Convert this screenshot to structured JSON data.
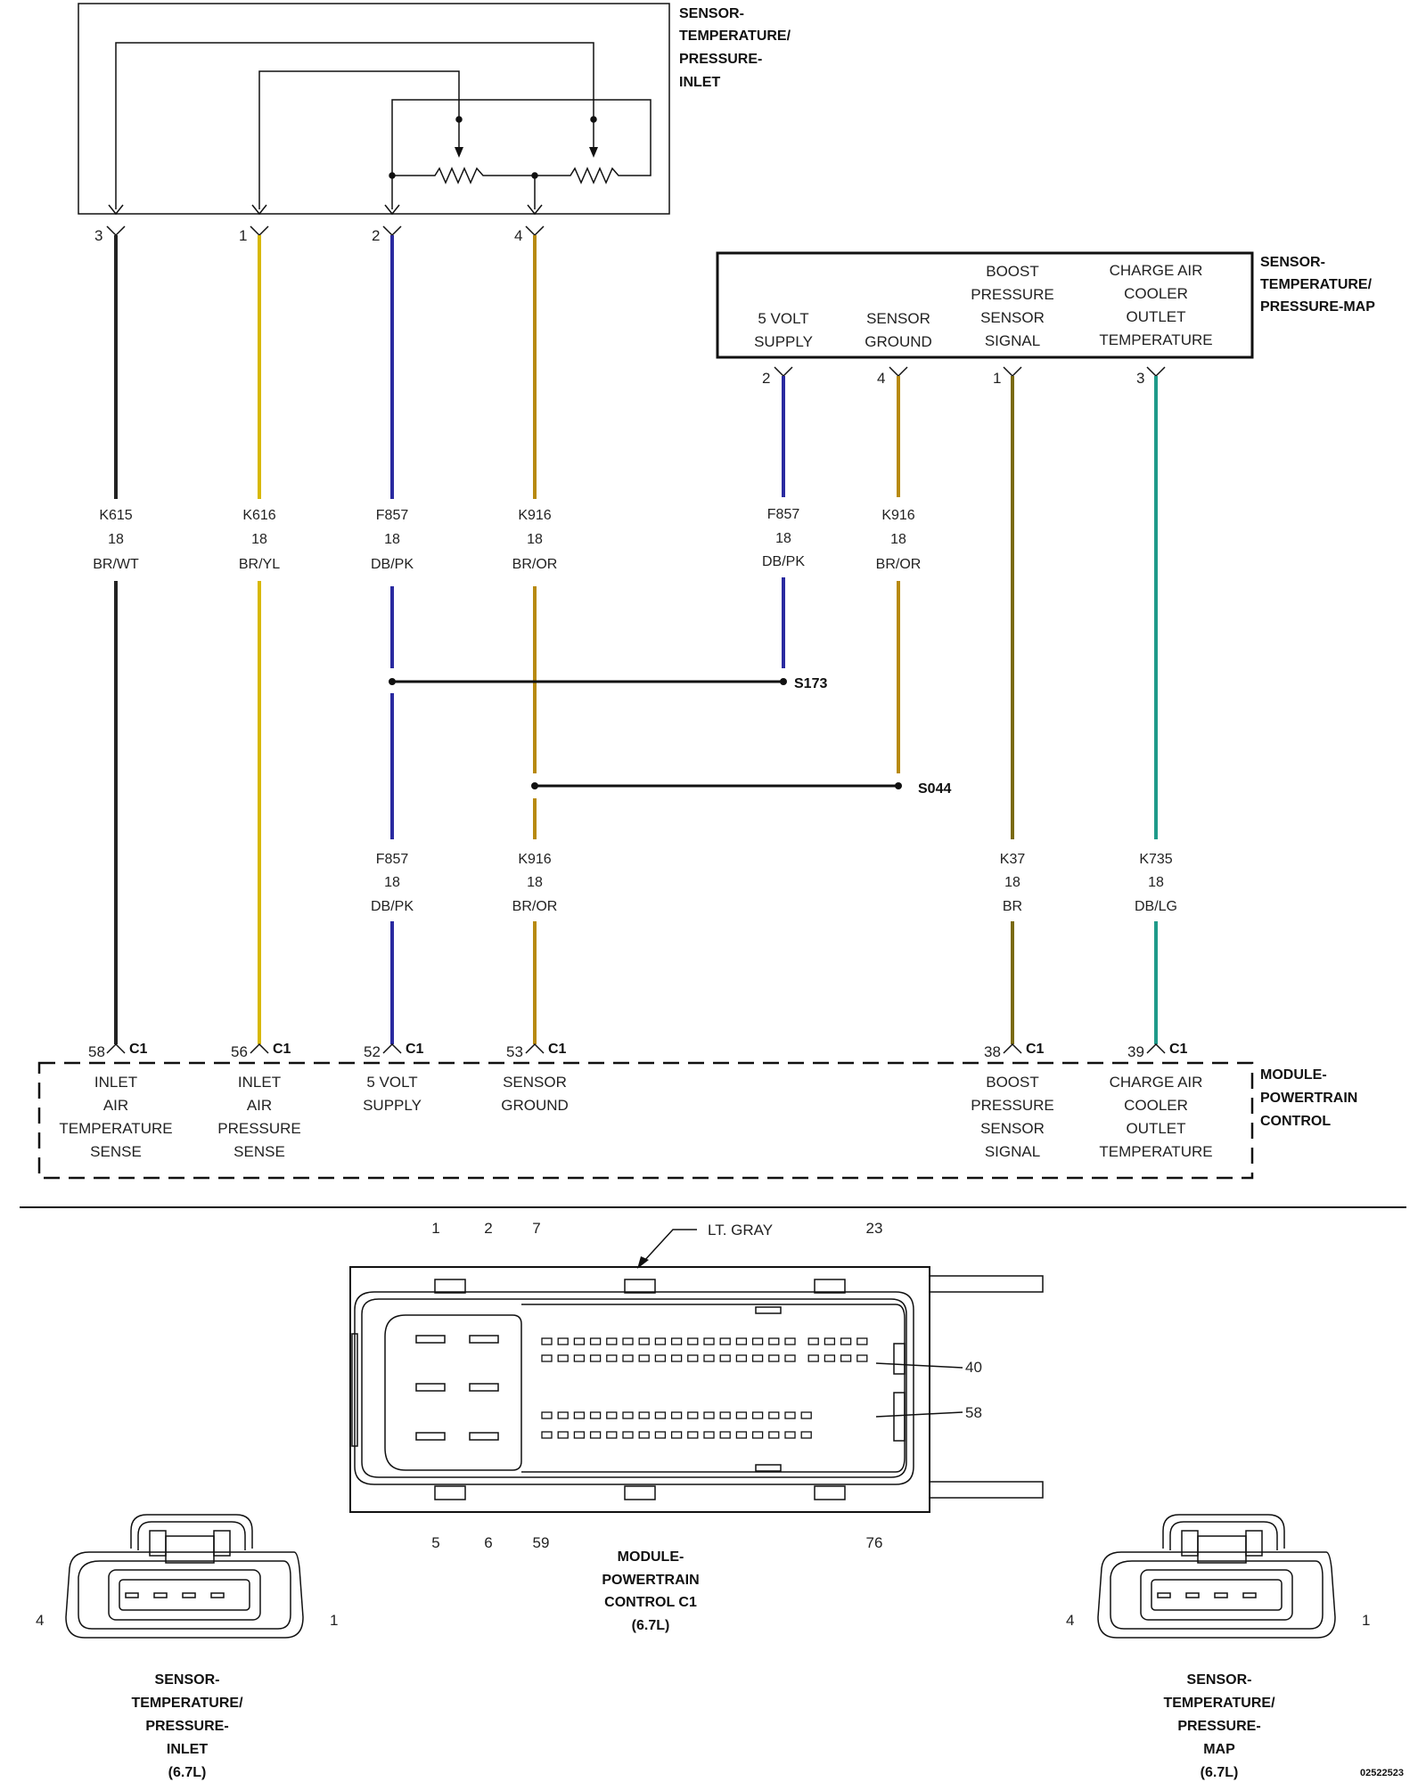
{
  "inlet_sensor": {
    "title_lines": [
      "SENSOR-",
      "TEMPERATURE/",
      "PRESSURE-",
      "INLET"
    ],
    "pins": [
      "3",
      "1",
      "2",
      "4"
    ]
  },
  "map_sensor": {
    "title_lines": [
      "SENSOR-",
      "TEMPERATURE/",
      "PRESSURE-MAP"
    ],
    "pins": [
      "2",
      "4",
      "1",
      "3"
    ],
    "function_labels": [
      [
        "5 VOLT",
        "SUPPLY"
      ],
      [
        "SENSOR",
        "GROUND"
      ],
      [
        "BOOST",
        "PRESSURE",
        "SENSOR",
        "SIGNAL"
      ],
      [
        "CHARGE AIR",
        "COOLER",
        "OUTLET",
        "TEMPERATURE"
      ]
    ]
  },
  "wire_labels_upper": [
    [
      "K615",
      "18",
      "BR/WT"
    ],
    [
      "K616",
      "18",
      "BR/YL"
    ],
    [
      "F857",
      "18",
      "DB/PK"
    ],
    [
      "K916",
      "18",
      "BR/OR"
    ],
    [
      "F857",
      "18",
      "DB/PK"
    ],
    [
      "K916",
      "18",
      "BR/OR"
    ]
  ],
  "wire_labels_lower": [
    [
      "F857",
      "18",
      "DB/PK"
    ],
    [
      "K916",
      "18",
      "BR/OR"
    ],
    [
      "K37",
      "18",
      "BR"
    ],
    [
      "K735",
      "18",
      "DB/LG"
    ]
  ],
  "splices": [
    "S173",
    "S044"
  ],
  "pcm": {
    "title_lines": [
      "MODULE-",
      "POWERTRAIN",
      "CONTROL"
    ],
    "connector": "C1",
    "pins": [
      "58",
      "56",
      "52",
      "53",
      "38",
      "39"
    ],
    "function_labels": [
      [
        "INLET",
        "AIR",
        "TEMPERATURE",
        "SENSE"
      ],
      [
        "INLET",
        "AIR",
        "PRESSURE",
        "SENSE"
      ],
      [
        "5 VOLT",
        "SUPPLY"
      ],
      [
        "SENSOR",
        "GROUND"
      ],
      [
        "BOOST",
        "PRESSURE",
        "SENSOR",
        "SIGNAL"
      ],
      [
        "CHARGE AIR",
        "COOLER",
        "OUTLET",
        "TEMPERATURE"
      ]
    ]
  },
  "connector_views": {
    "pcm_c1": {
      "top_numbers": [
        "1",
        "2",
        "7",
        "23"
      ],
      "bottom_numbers": [
        "5",
        "6",
        "59",
        "76"
      ],
      "side_numbers": [
        "40",
        "58"
      ],
      "color_label": "LT. GRAY",
      "title_lines": [
        "MODULE-",
        "POWERTRAIN",
        "CONTROL C1",
        "(6.7L)"
      ]
    },
    "inlet": {
      "left_pin": "4",
      "right_pin": "1",
      "title_lines": [
        "SENSOR-",
        "TEMPERATURE/",
        "PRESSURE-",
        "INLET",
        "(6.7L)"
      ]
    },
    "map": {
      "left_pin": "4",
      "right_pin": "1",
      "title_lines": [
        "SENSOR-",
        "TEMPERATURE/",
        "PRESSURE-",
        "MAP",
        "(6.7L)"
      ]
    }
  },
  "figure_id": "02522523",
  "colors": {
    "BR/WT": "#222222",
    "BR/YL": "#d8b800",
    "DB/PK": "#2a2aa0",
    "BR/OR": "#b88a10",
    "BR": "#7a6a10",
    "DB/LG": "#1f9a8a"
  }
}
